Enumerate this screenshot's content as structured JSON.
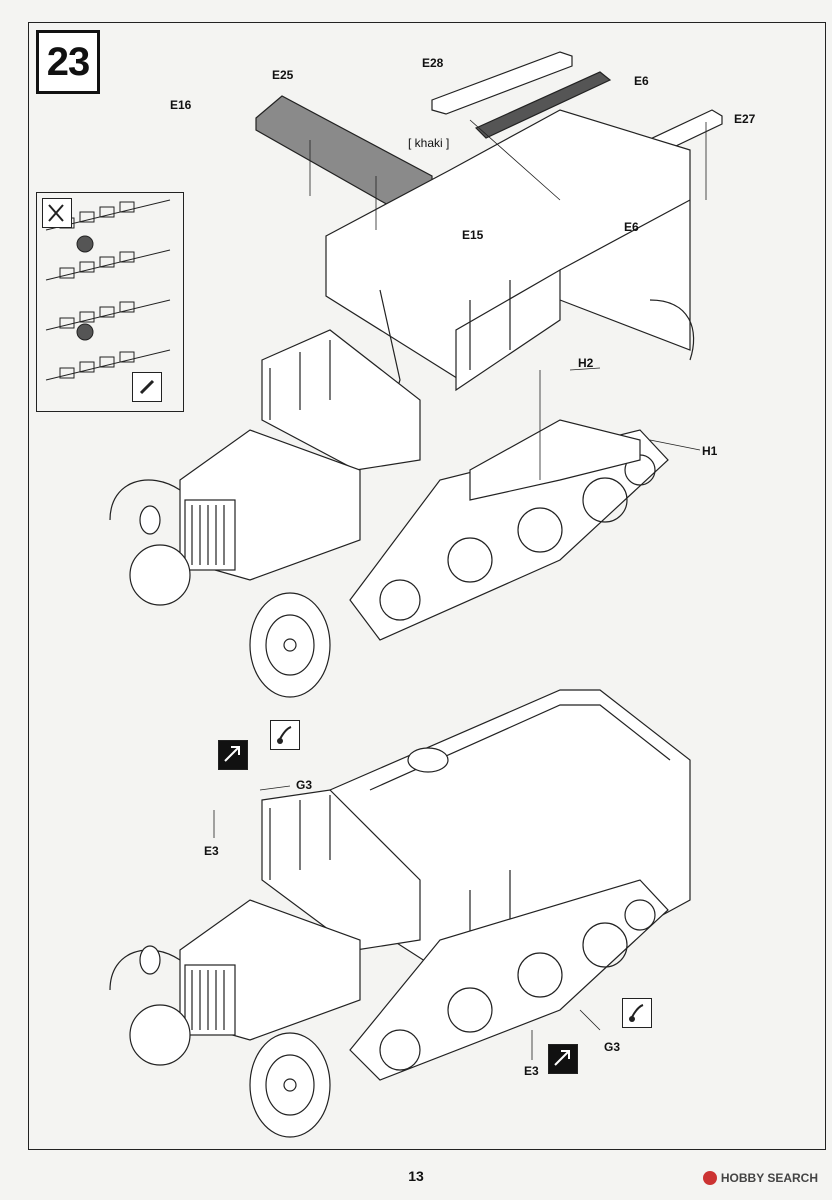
{
  "step": {
    "number": "23"
  },
  "labels": {
    "e28": "E28",
    "e6_top": "E6",
    "e25": "E25",
    "e16": "E16",
    "e27": "E27",
    "khaki": "[ khaki ]",
    "e6_mid": "E6",
    "e15": "E15",
    "h2": "H2",
    "h1": "H1",
    "g3_upper": "G3",
    "e3_upper": "E3",
    "g3_lower": "G3",
    "e3_lower": "E3"
  },
  "page_number": "13",
  "watermark": "HOBBY SEARCH",
  "colors": {
    "part_fill": "#8a8a8a",
    "ink": "#222222",
    "paper": "#f4f4f2"
  }
}
